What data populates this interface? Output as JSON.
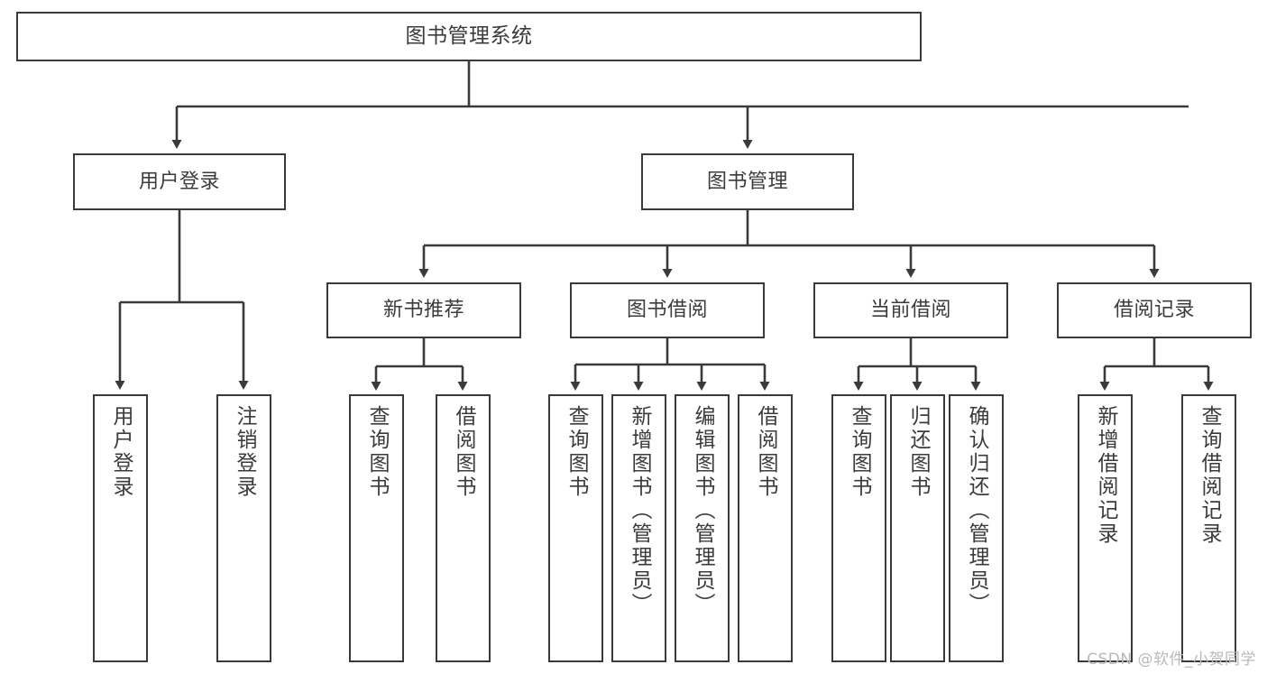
{
  "diagram": {
    "title": "图书管理系统",
    "type": "tree-structure-chart",
    "line_color": "#3a3a3a",
    "text_color": "#3b3b3b",
    "background": "#ffffff"
  },
  "nodes": {
    "root": {
      "label": "图书管理系统"
    },
    "level2": [
      {
        "label": "用户登录"
      },
      {
        "label": "图书管理"
      }
    ],
    "level3": [
      {
        "label": "新书推荐"
      },
      {
        "label": "图书借阅"
      },
      {
        "label": "当前借阅"
      },
      {
        "label": "借阅记录"
      }
    ],
    "leaves": {
      "user_login": [
        {
          "label": "用户登录"
        },
        {
          "label": "注销登录"
        }
      ],
      "new_book": [
        {
          "label": "查询图书"
        },
        {
          "label": "借阅图书"
        }
      ],
      "book_borrow": [
        {
          "label": "查询图书"
        },
        {
          "label": "新增图书（管理员）"
        },
        {
          "label": "编辑图书（管理员）"
        },
        {
          "label": "借阅图书"
        }
      ],
      "current_borrow": [
        {
          "label": "查询图书"
        },
        {
          "label": "归还图书"
        },
        {
          "label": "确认归还（管理员）"
        }
      ],
      "borrow_record": [
        {
          "label": "新增借阅记录"
        },
        {
          "label": "查询借阅记录"
        }
      ]
    }
  },
  "watermark": {
    "text": "CSDN @软件_小贺同学"
  }
}
